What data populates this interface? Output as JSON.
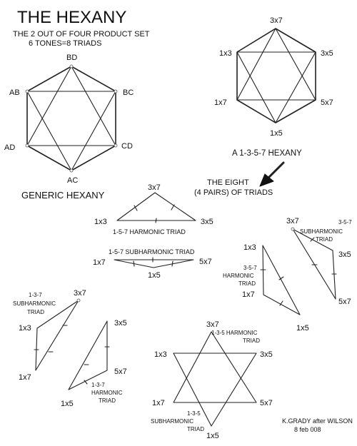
{
  "header": {
    "title": "THE HEXANY",
    "subtitle_line1": "THE 2 OUT OF FOUR PRODUCT SET",
    "subtitle_line2": "6 TONES=8 TRIADS"
  },
  "generic_hexany": {
    "caption": "GENERIC HEXANY",
    "nodes": {
      "top": "BD",
      "upper_left": "AB",
      "upper_right": "BC",
      "lower_left": "AD",
      "lower_right": "CD",
      "bottom": "AC"
    }
  },
  "hexany_1357": {
    "caption": "A 1-3-5-7 HEXANY",
    "nodes": {
      "top": "3x7",
      "upper_left": "1x3",
      "upper_right": "3x5",
      "lower_left": "1x7",
      "lower_right": "5x7",
      "bottom": "1x5"
    }
  },
  "eight_triads_caption": {
    "line1": "THE EIGHT",
    "line2": "(4 PAIRS) OF TRIADS"
  },
  "triads": {
    "t157h": {
      "top": "3x7",
      "left": "1x3",
      "right": "3x5",
      "caption": "1-5-7 HARMONIC TRIAD"
    },
    "t157s": {
      "caption": "1-5-7 SUBHARMONIC TRIAD",
      "left": "1x7",
      "right": "5x7",
      "bottom": "1x5"
    },
    "t357h": {
      "top": "1x3",
      "left": "1x7",
      "bottom": "1x5",
      "cap1": "3-5-7",
      "cap2": "HARMONIC",
      "cap3": "TRIAD"
    },
    "t357s": {
      "top": "3x7",
      "right": "3x5",
      "bottom": "5x7",
      "cap1": "3-5-7",
      "cap2": "SUBHARMONIC",
      "cap3": "TRIAD"
    },
    "t137s": {
      "top": "3x7",
      "left": "1x3",
      "bottom": "1x7",
      "cap1": "1-3-7",
      "cap2": "SUBHARMONIC",
      "cap3": "TRIAD"
    },
    "t137h": {
      "top": "3x5",
      "right": "5x7",
      "bottom": "1x5",
      "cap1": "1-3-7",
      "cap2": "HARMONIC",
      "cap3": "TRIAD"
    },
    "t135": {
      "top": "3x7",
      "upper_left": "1x3",
      "upper_right": "3x5",
      "lower_left": "1x7",
      "lower_right": "5x7",
      "bottom": "1x5",
      "harm1": "1-3-5 HARMONIC",
      "harm2": "TRIAD",
      "sub1": "1-3-5",
      "sub2": "SUBHARMONIC",
      "sub3": "TRIAD"
    }
  },
  "credit": {
    "line1": "K.GRADY after WILSON",
    "line2": "8 feb 008"
  }
}
